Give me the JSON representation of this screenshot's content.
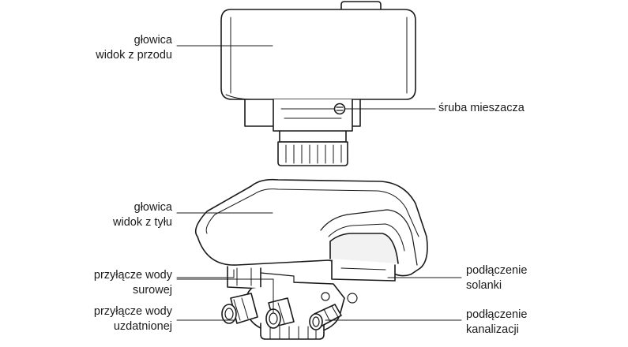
{
  "labels": {
    "front_head": [
      "głowica",
      "widok z przodu"
    ],
    "mixing_screw": [
      "śruba mieszacza"
    ],
    "back_head": [
      "głowica",
      "widok z tyłu"
    ],
    "raw_water": [
      "przyłącze wody",
      "surowej"
    ],
    "treated_water": [
      "przyłącze wody",
      "uzdatnionej"
    ],
    "brine": [
      "podłączenie",
      "solanki"
    ],
    "drain": [
      "podłączenie",
      "kanalizacji"
    ]
  },
  "colors": {
    "line": "#1a1a1a",
    "fill": "#ffffff",
    "shade": "#f2f2f2"
  }
}
